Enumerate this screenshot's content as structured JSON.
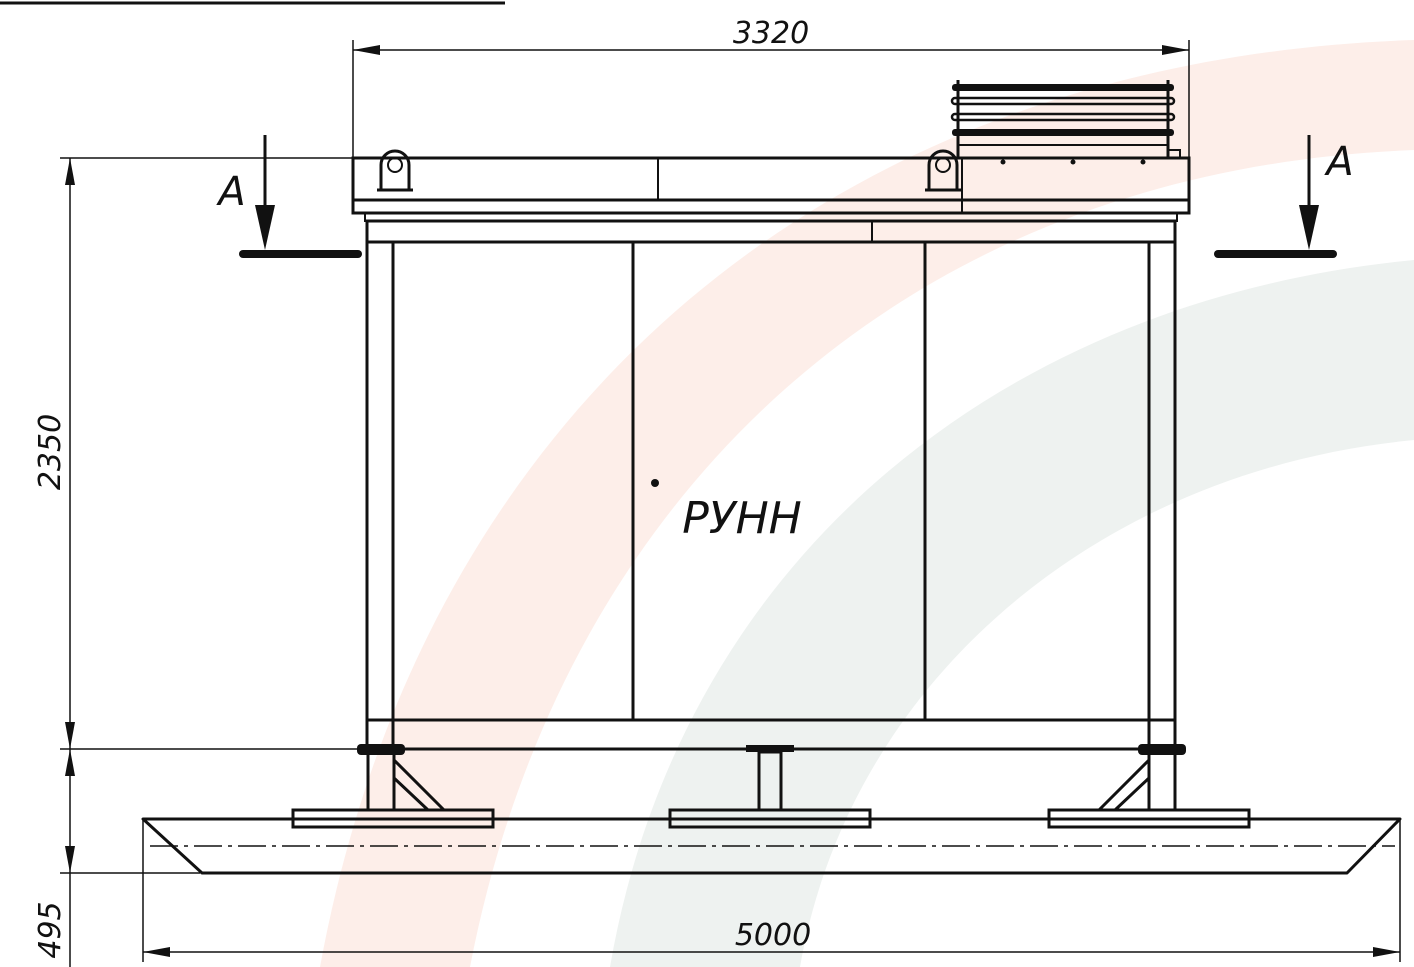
{
  "drawing": {
    "label": "РУНН",
    "section_marker_left": "A",
    "section_marker_right": "A",
    "dimensions": {
      "width_top": "3320",
      "height_main": "2350",
      "height_base": "495",
      "width_bottom": "5000"
    },
    "colors": {
      "line": "#111111",
      "watermark_red": "#fdeee9",
      "watermark_grey": "#eef2f0"
    }
  }
}
